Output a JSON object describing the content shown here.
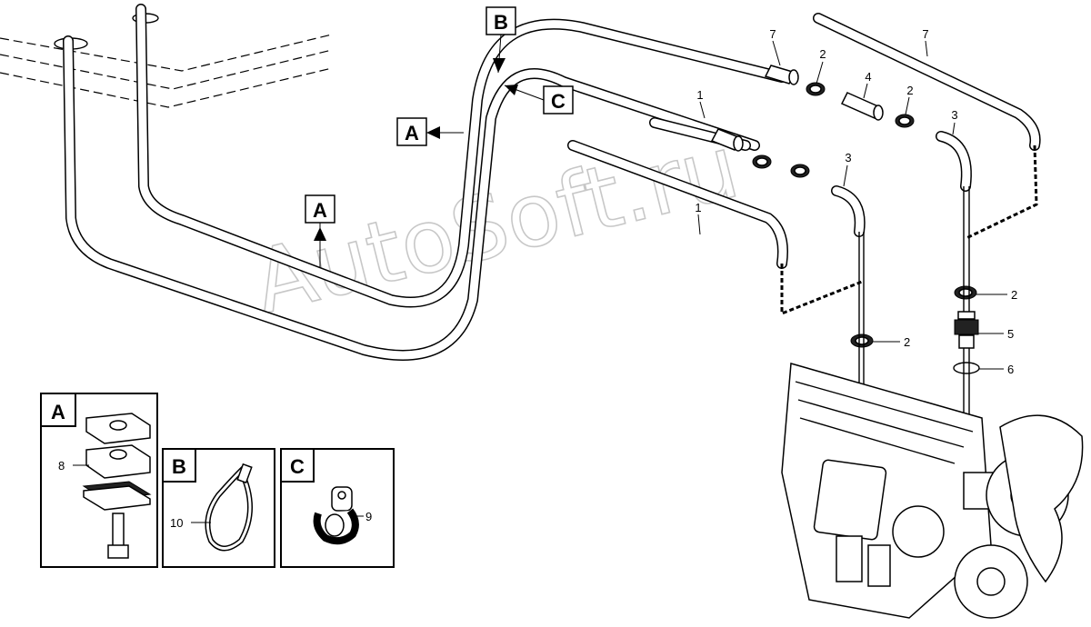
{
  "watermark": "AutoSoft.ru",
  "callouts": {
    "view_a_top": "A",
    "view_a_mid": "A",
    "view_b": "B",
    "view_c": "C"
  },
  "detail_boxes": [
    {
      "letter": "A",
      "part_number": "8"
    },
    {
      "letter": "B",
      "part_number": "10"
    },
    {
      "letter": "C",
      "part_number": "9"
    }
  ],
  "part_labels": [
    {
      "id": "p7a",
      "text": "7"
    },
    {
      "id": "p7b",
      "text": "7"
    },
    {
      "id": "p2a",
      "text": "2"
    },
    {
      "id": "p4",
      "text": "4"
    },
    {
      "id": "p2b",
      "text": "2"
    },
    {
      "id": "p3a",
      "text": "3"
    },
    {
      "id": "p1a",
      "text": "1"
    },
    {
      "id": "p3b",
      "text": "3"
    },
    {
      "id": "p1b",
      "text": "1"
    },
    {
      "id": "p2c",
      "text": "2"
    },
    {
      "id": "p5",
      "text": "5"
    },
    {
      "id": "p6",
      "text": "6"
    },
    {
      "id": "p2d",
      "text": "2"
    }
  ]
}
